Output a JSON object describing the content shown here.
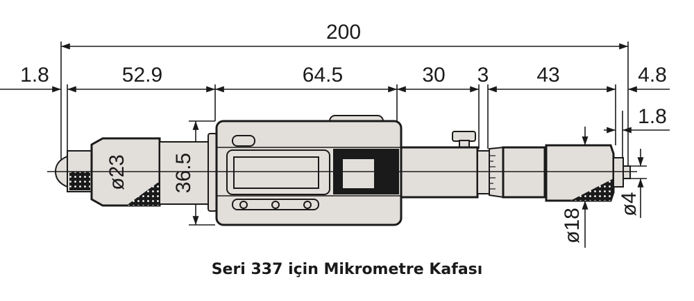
{
  "dimensions": {
    "overall": "200",
    "left_gap": "1.8",
    "thimble_section": "52.9",
    "body_section": "64.5",
    "barrel_section": "30",
    "neck": "3",
    "spindle_thimble": "43",
    "tip_total": "4.8",
    "tip_gap": "1.8",
    "thimble_diameter": "ø23",
    "body_height": "36.5",
    "right_thimble_diameter": "ø18",
    "spindle_diameter": "ø4"
  },
  "caption": "Seri 337 için Mikrometre Kafası",
  "colors": {
    "body": "#e2deda",
    "line": "#1a1a1a"
  }
}
